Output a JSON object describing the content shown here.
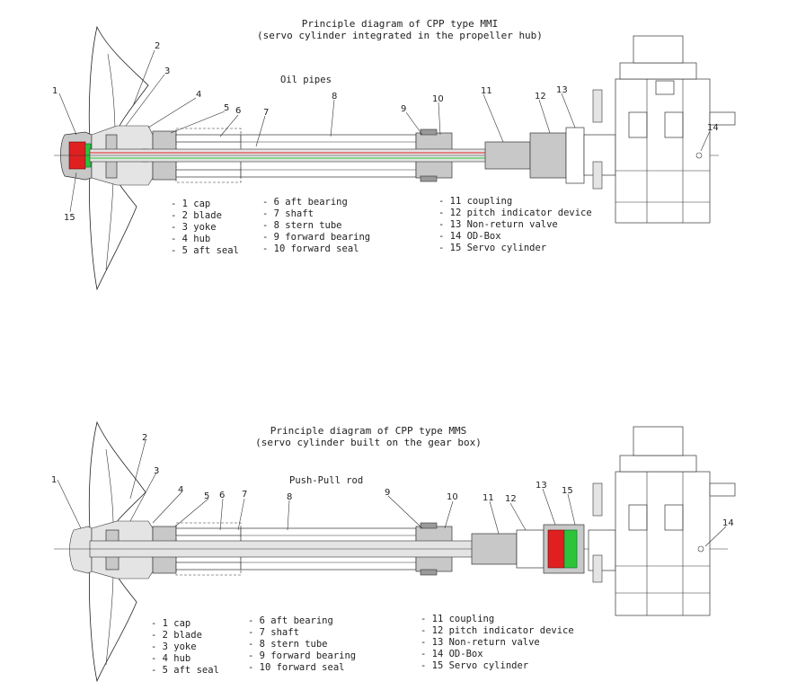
{
  "diagram_top": {
    "title_line1": "Principle diagram of CPP type MMI",
    "title_line2": "(servo cylinder integrated in the propeller hub)",
    "callout": "Oil pipes",
    "numbers": [
      "1",
      "2",
      "3",
      "4",
      "5",
      "6",
      "7",
      "8",
      "9",
      "10",
      "11",
      "12",
      "13",
      "14",
      "15"
    ],
    "legend_col1": [
      "- 1 cap",
      "- 2 blade",
      "- 3 yoke",
      "- 4 hub",
      "- 5 aft seal"
    ],
    "legend_col2": [
      "- 6 aft bearing",
      "- 7 shaft",
      "- 8 stern tube",
      "- 9 forward bearing",
      "- 10 forward seal"
    ],
    "legend_col3": [
      "- 11 coupling",
      "- 12 pitch indicator device",
      "- 13 Non-return valve",
      "- 14 OD-Box",
      "- 15 Servo cylinder"
    ]
  },
  "diagram_bottom": {
    "title_line1": "Principle diagram of CPP type MMS",
    "title_line2": "(servo cylinder built on the gear box)",
    "callout": "Push-Pull rod",
    "numbers": [
      "1",
      "2",
      "3",
      "4",
      "5",
      "6",
      "7",
      "8",
      "9",
      "10",
      "11",
      "12",
      "13",
      "15",
      "14"
    ],
    "legend_col1": [
      "- 1 cap",
      "- 2 blade",
      "- 3 yoke",
      "- 4 hub",
      "- 5 aft seal"
    ],
    "legend_col2": [
      "- 6 aft bearing",
      "- 7 shaft",
      "- 8 stern tube",
      "- 9 forward bearing",
      "- 10 forward seal"
    ],
    "legend_col3": [
      "- 11 coupling",
      "- 12 pitch indicator device",
      "- 13 Non-return valve",
      "- 14 OD-Box",
      "- 15 Servo cylinder"
    ]
  },
  "colors": {
    "servo_red": "#e02020",
    "servo_green": "#2ec43a",
    "section_grey": "#c8c8c8"
  }
}
